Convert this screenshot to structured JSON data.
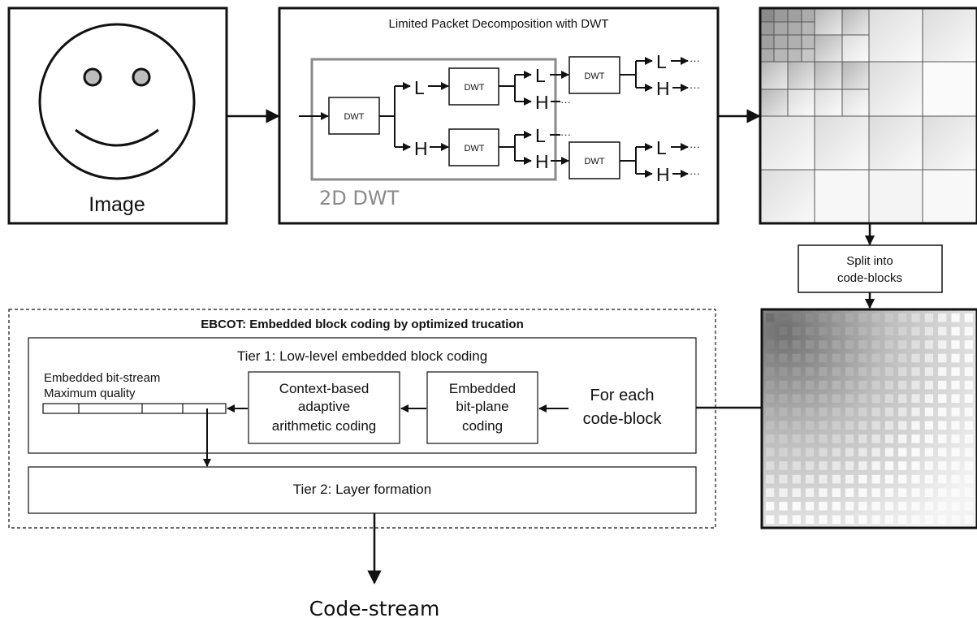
{
  "image_label": "Image",
  "dwt_box": {
    "title": "Limited Packet Decomposition with DWT",
    "inner_label": "2D DWT",
    "block_label": "DWT",
    "low_label": "L",
    "high_label": "H",
    "ellipsis": "···"
  },
  "split_box": {
    "line1": "Split into",
    "line2": "code-blocks"
  },
  "ebcot": {
    "title": "EBCOT: Embedded block coding by optimized trucation",
    "tier1_title": "Tier 1: Low-level embedded block coding",
    "bitstream_line1": "Embedded bit-stream",
    "bitstream_line2": "Maximum quality",
    "context_line1": "Context-based",
    "context_line2": "adaptive",
    "context_line3": "arithmetic coding",
    "bitplane_line1": "Embedded",
    "bitplane_line2": "bit-plane",
    "bitplane_line3": "coding",
    "for_each_line1": "For each",
    "for_each_line2": "code-block",
    "tier2_title": "Tier 2: Layer formation"
  },
  "output_label": "Code-stream",
  "colors": {
    "stroke": "#111111",
    "inner_box": "#8a8a8a",
    "wavelet_dark": "#8c8c8c",
    "wavelet_light": "#f7f7f7"
  }
}
